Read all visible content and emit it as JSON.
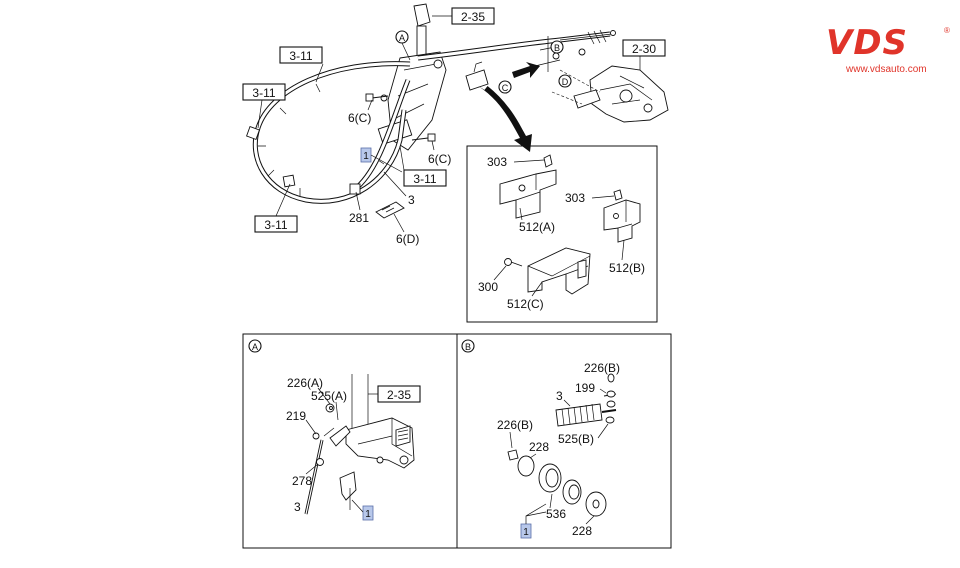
{
  "brand": {
    "logo_text": "VDS",
    "url": "www.vdsauto.com",
    "registered_mark": "®",
    "color": "#e0342a"
  },
  "highlight_color": "#b8c8ea",
  "main": {
    "callouts": {
      "ref_2_35_top": "2-35",
      "ref_2_30": "2-30",
      "ref_3_11_a": "3-11",
      "ref_3_11_b": "3-11",
      "ref_3_11_c": "3-11",
      "ref_3_11_d": "3-11",
      "view_a": "A",
      "view_b": "B",
      "view_c": "C",
      "view_d": "D",
      "part_1": "1",
      "part_3": "3",
      "part_6c_1": "6(C)",
      "part_6c_2": "6(C)",
      "part_281": "281",
      "part_6d": "6(D)"
    }
  },
  "detail_c": {
    "labels": {
      "p303_a": "303",
      "p303_b": "303",
      "p512a": "512(A)",
      "p512b": "512(B)",
      "p512c": "512(C)",
      "p300": "300"
    }
  },
  "detail_a": {
    "title": "A",
    "labels": {
      "p226a": "226(A)",
      "p525a": "525(A)",
      "p219": "219",
      "p278": "278",
      "p3": "3",
      "ref_2_35": "2-35",
      "part_1": "1"
    }
  },
  "detail_b": {
    "title": "B",
    "labels": {
      "p226b_top": "226(B)",
      "p199": "199",
      "p3": "3",
      "p226b_left": "226(B)",
      "p228_top": "228",
      "p525b": "525(B)",
      "p536": "536",
      "p228_bottom": "228",
      "part_1": "1"
    }
  }
}
